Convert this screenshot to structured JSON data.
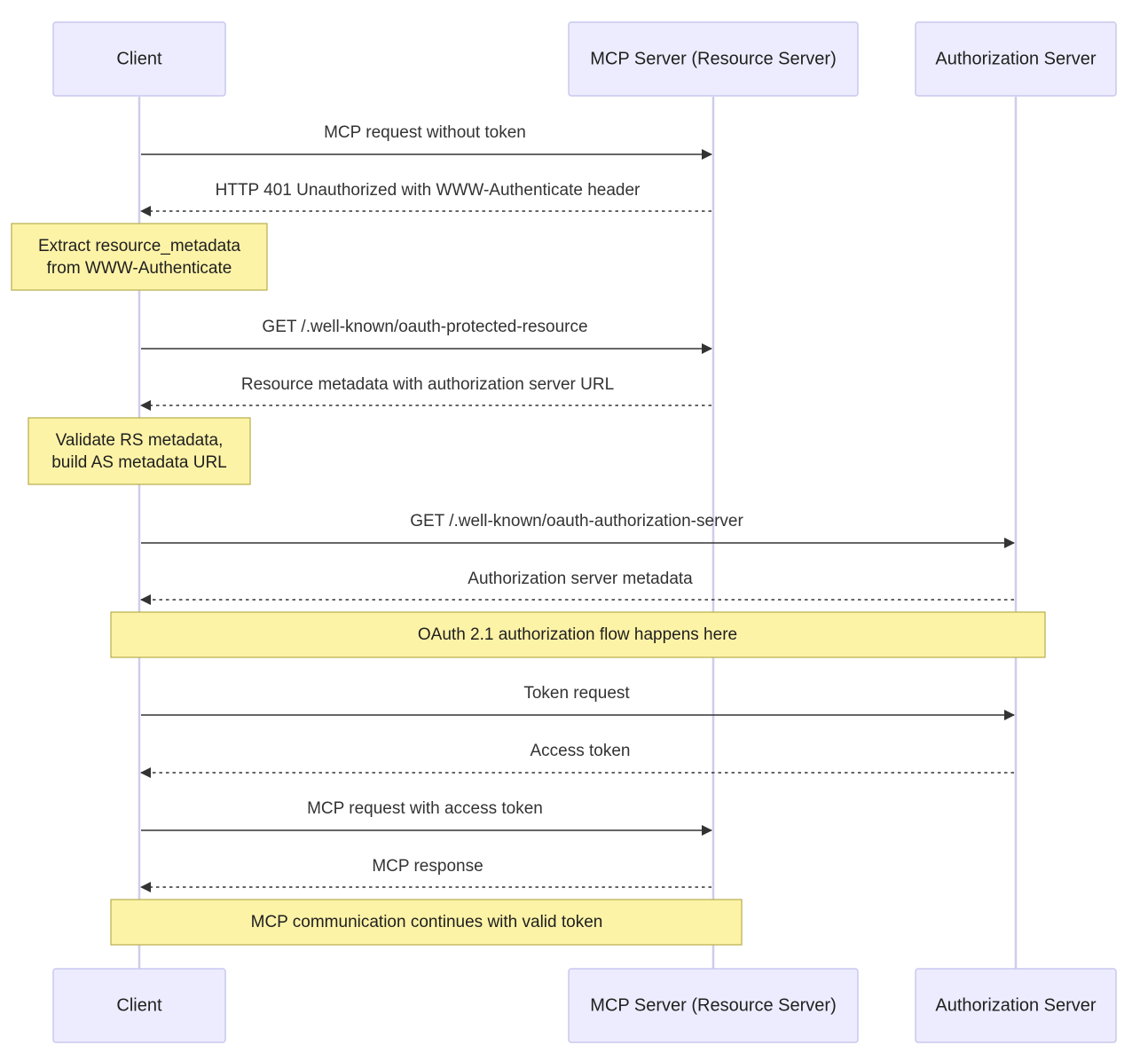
{
  "participants": {
    "client": "Client",
    "mcp_server": "MCP Server (Resource Server)",
    "auth_server": "Authorization Server"
  },
  "messages": [
    {
      "text": "MCP request without token",
      "from": "client",
      "to": "mcp_server",
      "dashed": false
    },
    {
      "text": "HTTP 401 Unauthorized with WWW-Authenticate header",
      "from": "mcp_server",
      "to": "client",
      "dashed": true
    },
    {
      "text": "GET /.well-known/oauth-protected-resource",
      "from": "client",
      "to": "mcp_server",
      "dashed": false
    },
    {
      "text": "Resource metadata with authorization server URL",
      "from": "mcp_server",
      "to": "client",
      "dashed": true
    },
    {
      "text": "GET /.well-known/oauth-authorization-server",
      "from": "client",
      "to": "auth_server",
      "dashed": false
    },
    {
      "text": "Authorization server metadata",
      "from": "auth_server",
      "to": "client",
      "dashed": true
    },
    {
      "text": "Token request",
      "from": "client",
      "to": "auth_server",
      "dashed": false
    },
    {
      "text": "Access token",
      "from": "auth_server",
      "to": "client",
      "dashed": true
    },
    {
      "text": "MCP request with access token",
      "from": "client",
      "to": "mcp_server",
      "dashed": false
    },
    {
      "text": "MCP response",
      "from": "mcp_server",
      "to": "client",
      "dashed": true
    }
  ],
  "notes": [
    {
      "lines": [
        "Extract resource_metadata",
        "from WWW-Authenticate"
      ],
      "over": [
        "client"
      ]
    },
    {
      "lines": [
        "Validate RS metadata,",
        "build AS metadata URL"
      ],
      "over": [
        "client"
      ]
    },
    {
      "lines": [
        "OAuth 2.1 authorization flow happens here"
      ],
      "over": [
        "client",
        "auth_server"
      ]
    },
    {
      "lines": [
        "MCP communication continues with valid token"
      ],
      "over": [
        "client",
        "mcp_server"
      ]
    }
  ]
}
